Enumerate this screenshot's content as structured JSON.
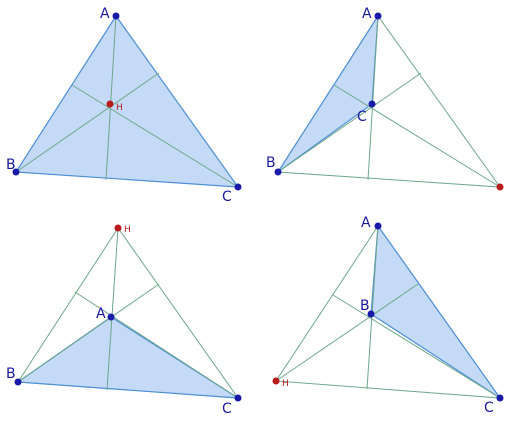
{
  "panels": [
    {
      "points": {
        "A": {
          "label": "A",
          "color": "#1a1aa8"
        },
        "B": {
          "label": "B",
          "color": "#1a1aa8"
        },
        "C": {
          "label": "C",
          "color": "#1a1aa8"
        },
        "H": {
          "label": "H",
          "color": "#b81b1b"
        }
      },
      "filled_triangle": [
        "A",
        "B",
        "C"
      ]
    },
    {
      "points": {
        "A": {
          "label": "A",
          "color": "#1a1aa8"
        },
        "B": {
          "label": "B",
          "color": "#1a1aa8"
        },
        "C": {
          "label": "C",
          "color": "#1a1aa8"
        },
        "H": {
          "label": "",
          "color": "#b81b1b"
        }
      },
      "filled_triangle": [
        "A",
        "B",
        "C"
      ]
    },
    {
      "points": {
        "A": {
          "label": "A",
          "color": "#1a1aa8"
        },
        "B": {
          "label": "B",
          "color": "#1a1aa8"
        },
        "C": {
          "label": "C",
          "color": "#1a1aa8"
        },
        "H": {
          "label": "H",
          "color": "#b81b1b"
        }
      },
      "filled_triangle": [
        "A",
        "B",
        "C"
      ]
    },
    {
      "points": {
        "A": {
          "label": "A",
          "color": "#1a1aa8"
        },
        "B": {
          "label": "B",
          "color": "#1a1aa8"
        },
        "C": {
          "label": "C",
          "color": "#1a1aa8"
        },
        "H": {
          "label": "H",
          "color": "#b81b1b"
        }
      },
      "filled_triangle": [
        "A",
        "B",
        "C"
      ]
    }
  ]
}
